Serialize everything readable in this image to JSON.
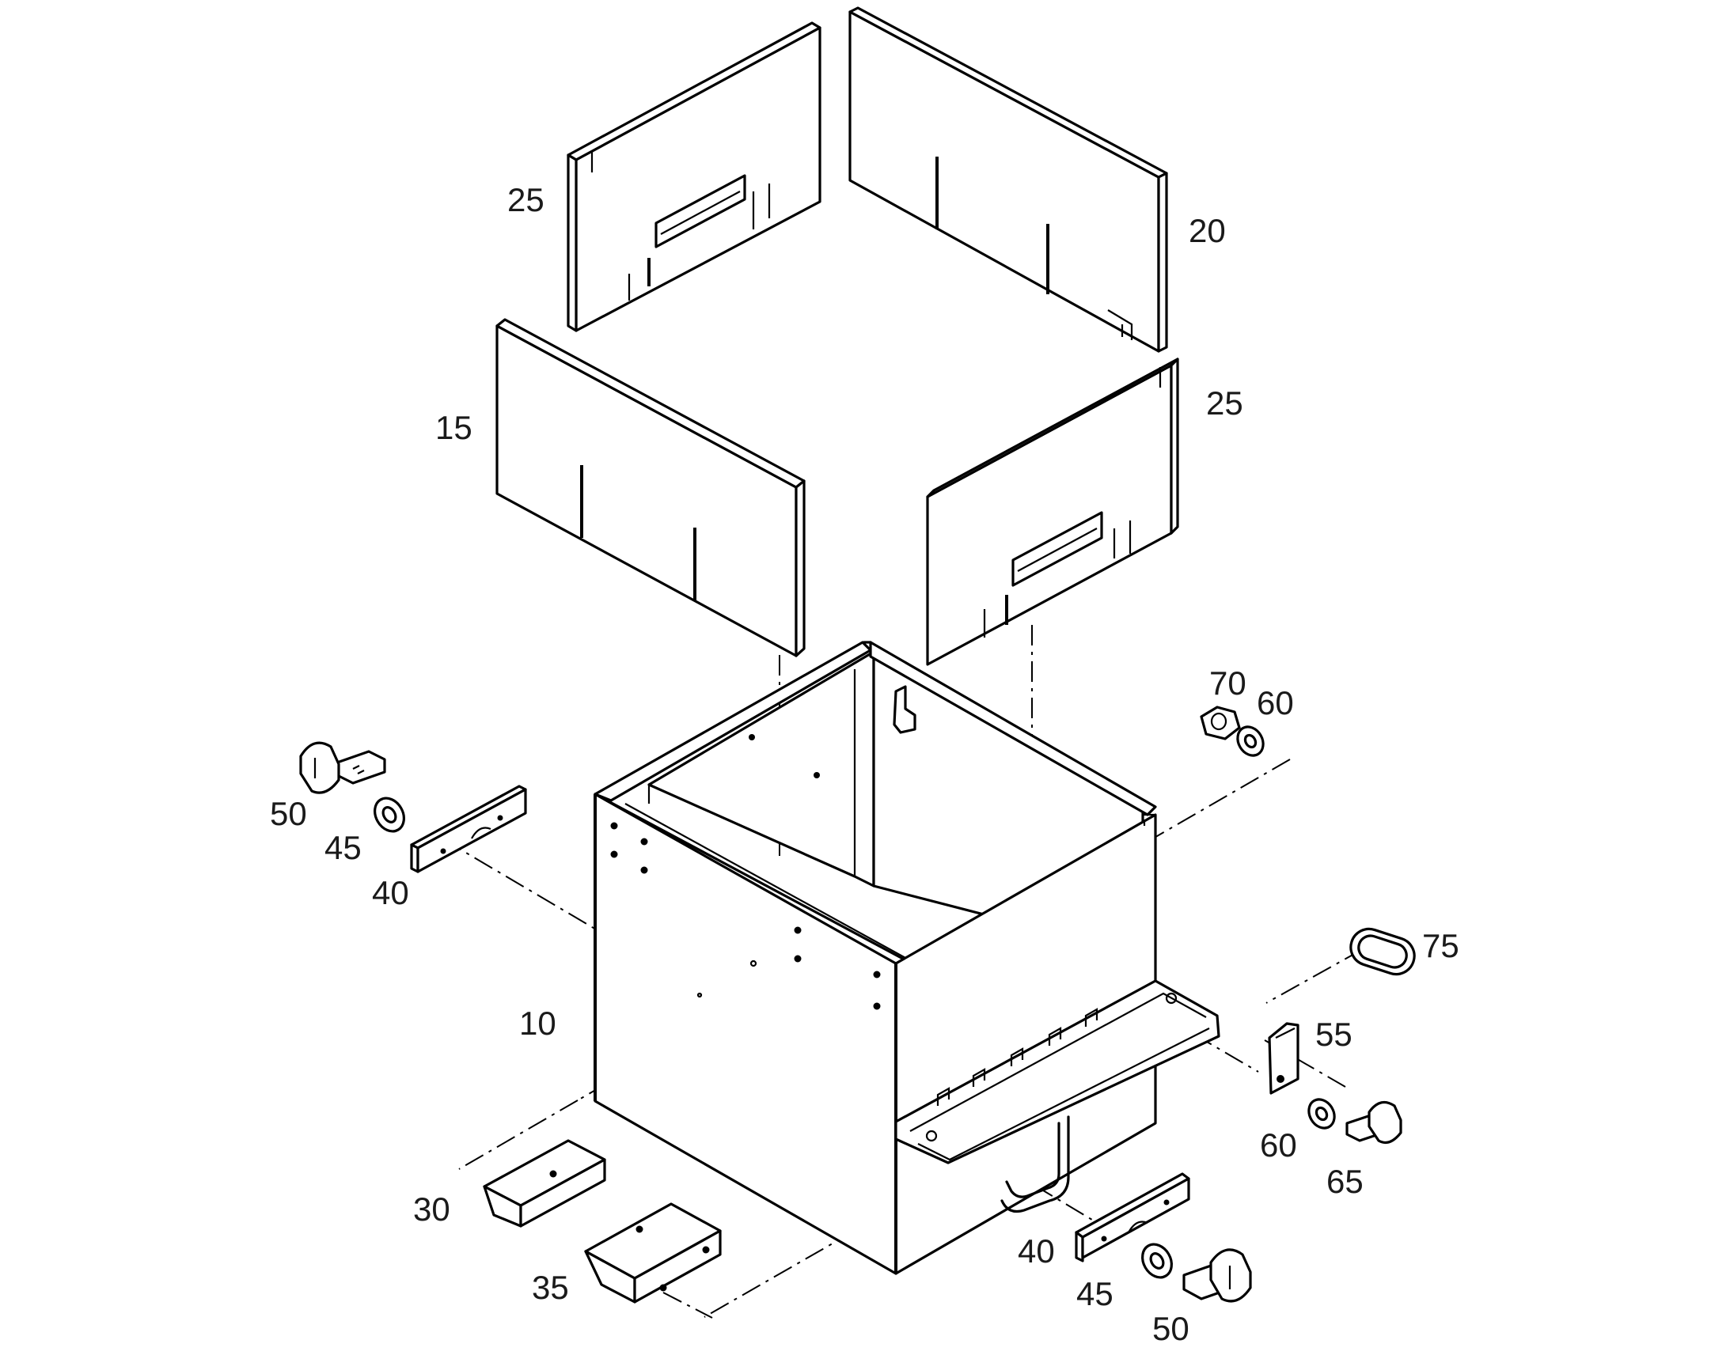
{
  "diagram": {
    "type": "exploded-parts-view",
    "callouts": {
      "box": "10",
      "panel_front_left": "15",
      "panel_back_right": "20",
      "panel_end_top_left": "25",
      "panel_end_right": "25",
      "foot_left": "30",
      "foot_right": "35",
      "bracket_left": "40",
      "bracket_right": "40",
      "washer_left": "45",
      "washer_right": "45",
      "bolt_left": "50",
      "bolt_right": "50",
      "clip": "55",
      "washer_upper": "60",
      "washer_lower": "60",
      "bolt_small": "65",
      "nut": "70",
      "grommet": "75"
    }
  }
}
